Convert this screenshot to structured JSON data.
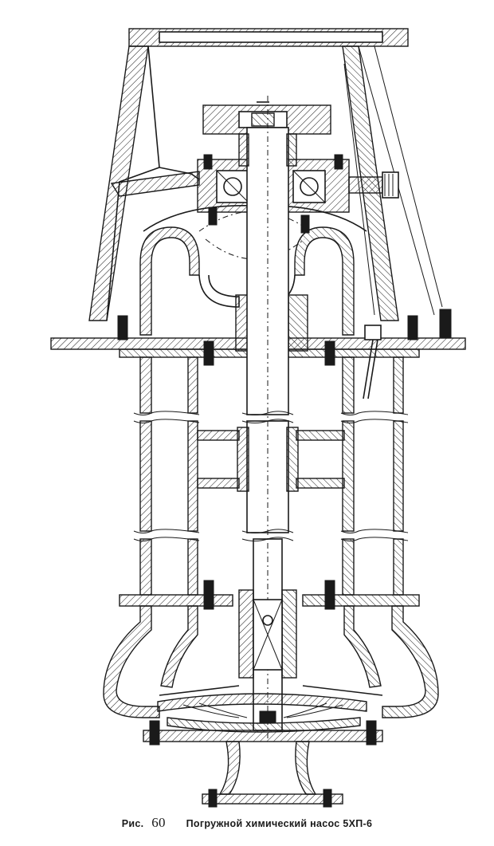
{
  "figure": {
    "caption_prefix": "Рис.",
    "caption_number": "60",
    "caption_title": "Погружной химический насос 5ХП-6"
  },
  "colors": {
    "ink": "#1a1a1a",
    "paper": "#ffffff"
  }
}
